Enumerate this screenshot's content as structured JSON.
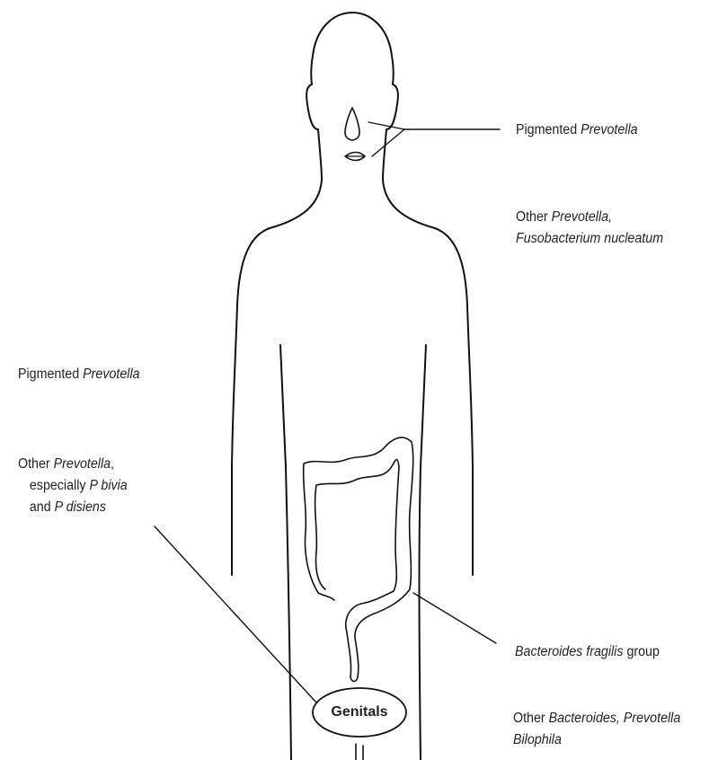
{
  "labels": {
    "oral_pigmented": {
      "plain": "Pigmented ",
      "italic": "Prevotella"
    },
    "oral_other": {
      "line1_plain": "Other ",
      "line1_italic": "Prevotella,",
      "line2_italic": "Fusobacterium nucleatum"
    },
    "genital_pigmented": {
      "plain": "Pigmented ",
      "italic": "Prevotella"
    },
    "genital_other": {
      "line1_plain": "Other ",
      "line1_italic": "Prevotella",
      "line1_suffix": ",",
      "line2_plain": "especially ",
      "line2_italic": "P bivia",
      "line3_plain": "and ",
      "line3_italic": "P disiens"
    },
    "gut_bfragilis": {
      "italic": "Bacteroides fragilis",
      "plain": " group"
    },
    "gut_other": {
      "line1_plain": "Other ",
      "line1_italic": "Bacteroides, Prevotella",
      "line2_italic": "Bilophila"
    },
    "genitals": "Genitals"
  },
  "colors": {
    "stroke": "#111111",
    "text": "#222222",
    "background": "#ffffff"
  }
}
